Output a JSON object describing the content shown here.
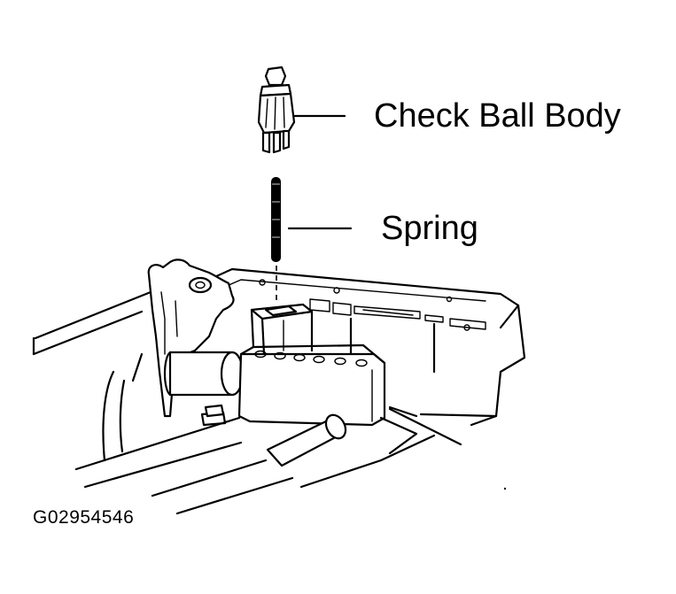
{
  "diagram": {
    "labels": {
      "check_ball_body": "Check Ball Body",
      "spring": "Spring"
    },
    "figure_code": "G02954546"
  }
}
